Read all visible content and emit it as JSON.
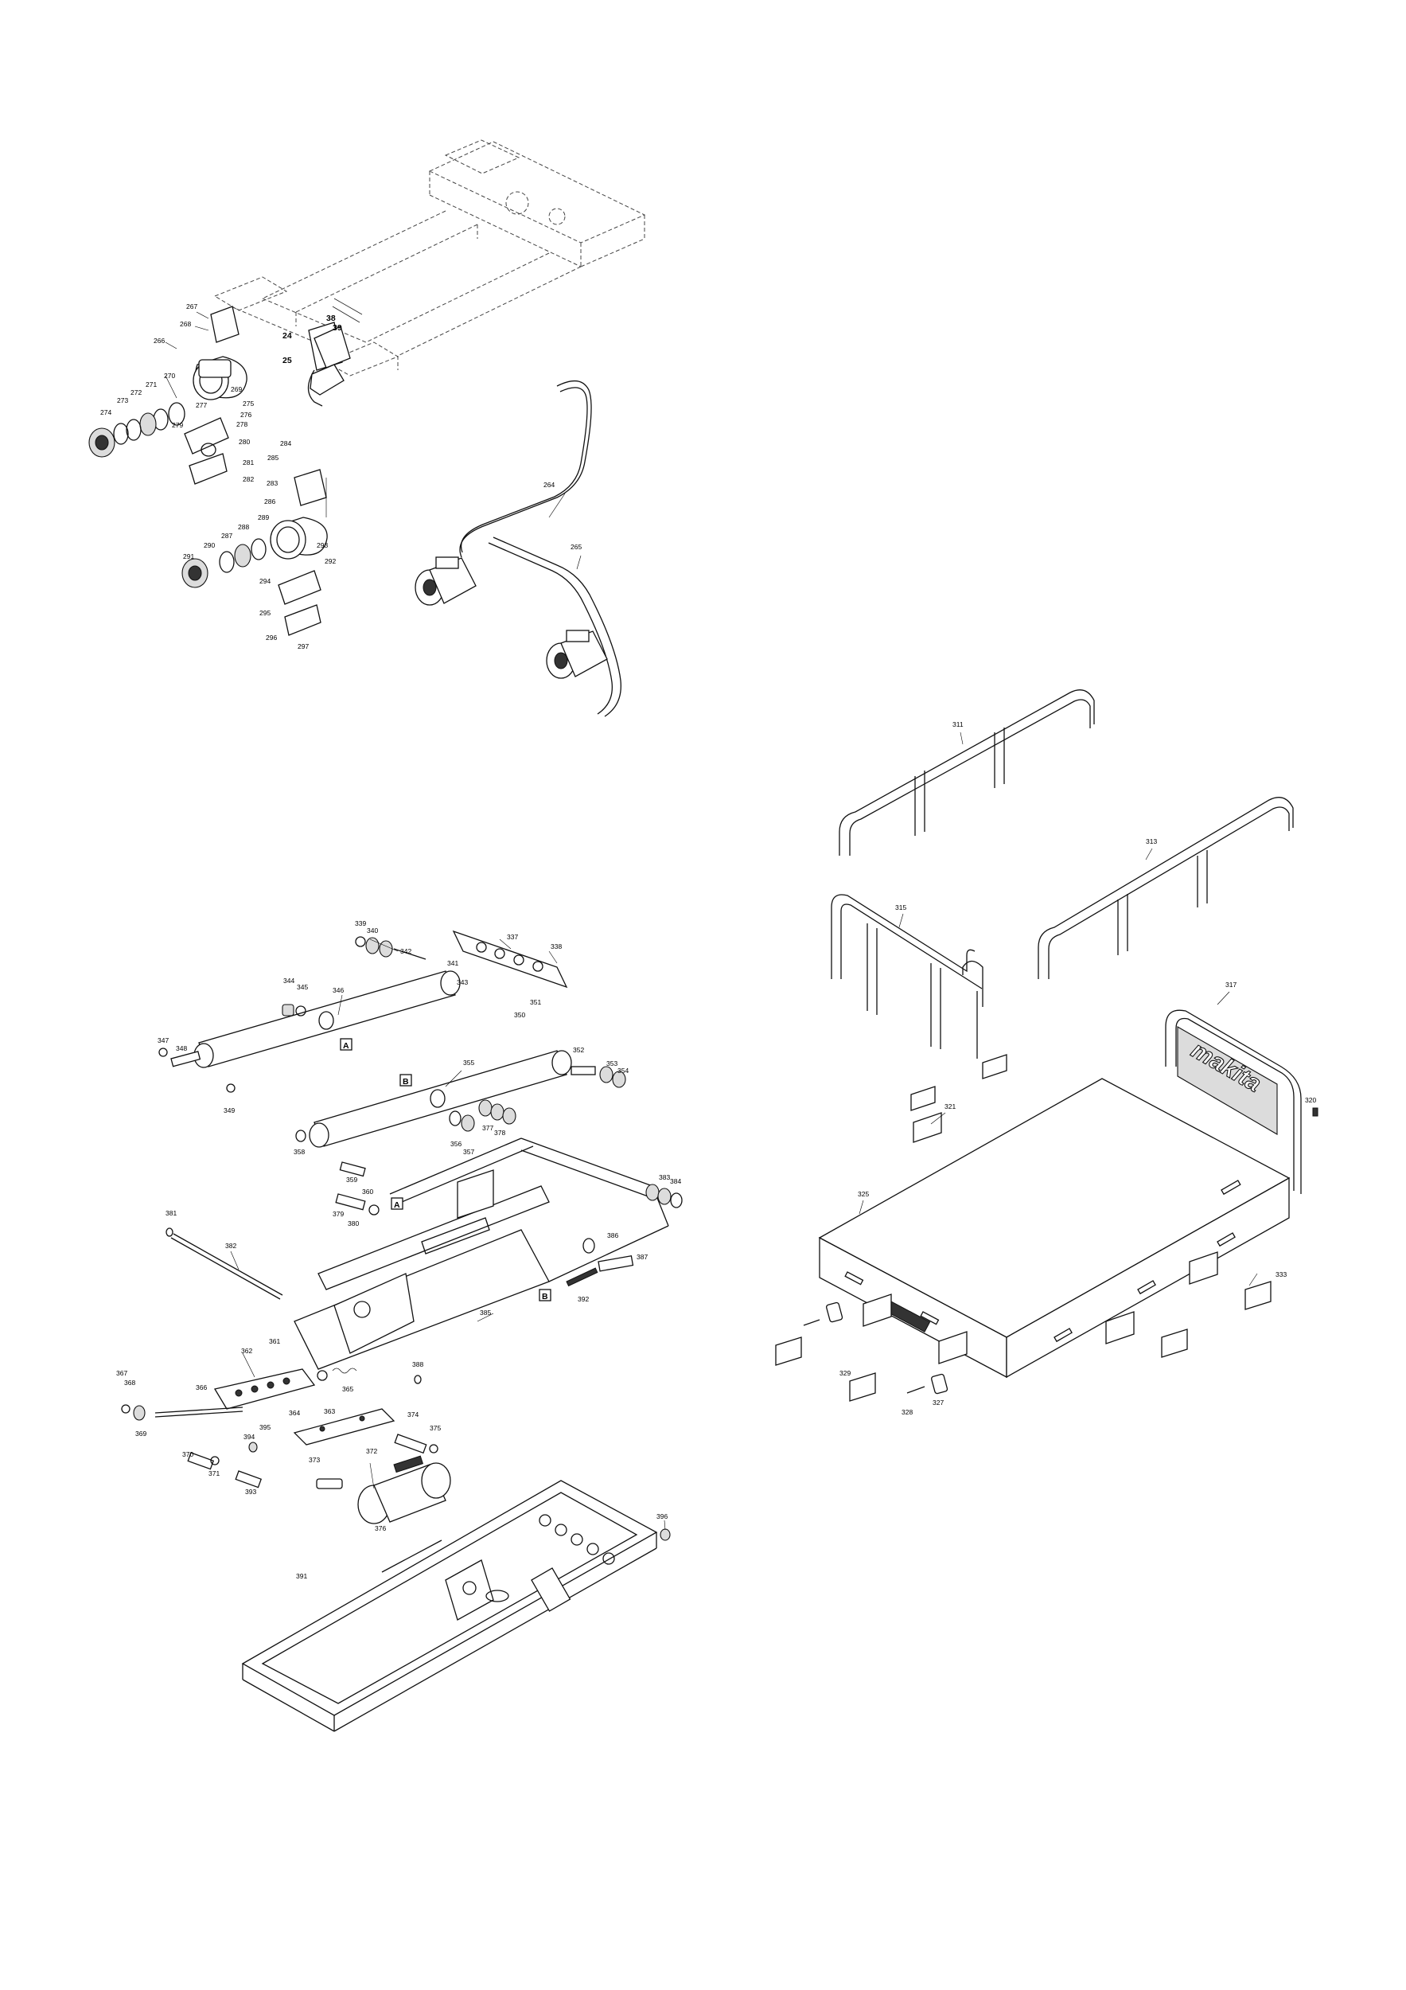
{
  "page": {
    "background": "#ffffff",
    "line_color": "#111111"
  },
  "groups": {
    "steering_assembly": {
      "labels": [
        "267",
        "268",
        "266",
        "270",
        "271",
        "272",
        "273",
        "274",
        "269",
        "275",
        "276",
        "277",
        "278",
        "279",
        "280",
        "281",
        "282",
        "284",
        "285",
        "283",
        "286",
        "289",
        "288",
        "287",
        "290",
        "291",
        "293",
        "292",
        "294",
        "295",
        "296",
        "297",
        "264",
        "265"
      ],
      "bold_labels": [
        "24",
        "25",
        "38",
        "39"
      ]
    },
    "lift_assembly": {
      "labels": [
        "339",
        "340",
        "342",
        "337",
        "338",
        "341",
        "343",
        "344",
        "345",
        "346",
        "347",
        "348",
        "349",
        "350",
        "351",
        "352",
        "353",
        "354",
        "355",
        "356",
        "357",
        "358",
        "377",
        "378",
        "359",
        "360",
        "379",
        "380",
        "383",
        "384",
        "381",
        "382",
        "386",
        "387",
        "385",
        "392",
        "388",
        "361",
        "362",
        "365",
        "367",
        "368",
        "366",
        "369",
        "364",
        "363",
        "374",
        "375",
        "370",
        "371",
        "394",
        "393",
        "395",
        "373",
        "372",
        "376",
        "396",
        "391"
      ],
      "plate_markers": [
        "A",
        "B",
        "A",
        "B"
      ]
    },
    "deck_assembly": {
      "labels": [
        "311",
        "313",
        "315",
        "317",
        "320",
        "321",
        "325",
        "333",
        "327",
        "328",
        "329"
      ],
      "logo_text": "makita"
    }
  }
}
